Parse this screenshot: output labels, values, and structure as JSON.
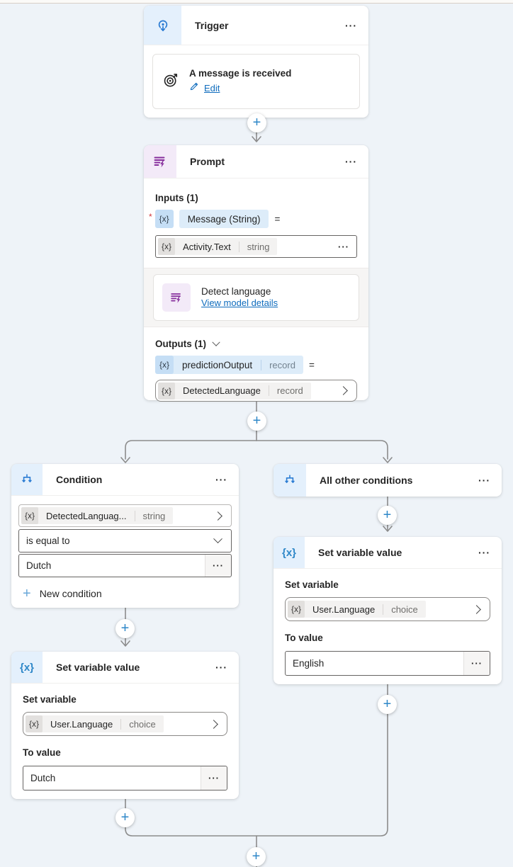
{
  "ui": {
    "ellipsis": "···",
    "plus": "+",
    "fx": "{x}",
    "equals": "=",
    "asterisk": "*"
  },
  "colors": {
    "accent_blue": "#2b7cd3",
    "prompt_purple": "#862e9c",
    "link_blue": "#0f6cbd",
    "canvas_bg": "#eef3f8",
    "connector_gray": "#8c8c8c"
  },
  "trigger": {
    "title": "Trigger",
    "action_title": "A message is received",
    "edit_label": "Edit"
  },
  "prompt": {
    "title": "Prompt",
    "inputs_label": "Inputs (1)",
    "input_name": "Message (String)",
    "input_value_ref": "Activity.Text",
    "input_value_type": "string",
    "model_title": "Detect language",
    "model_link": "View model details",
    "outputs_label": "Outputs (1)",
    "output_name": "predictionOutput",
    "output_type": "record",
    "output_value_ref": "DetectedLanguage",
    "output_value_type": "record"
  },
  "condition": {
    "title": "Condition",
    "operand": "DetectedLanguag...",
    "operand_type": "string",
    "operator": "is equal to",
    "value": "Dutch",
    "new_condition_label": "New condition"
  },
  "all_other": {
    "title": "All other conditions"
  },
  "set_variable_dutch": {
    "title": "Set variable value",
    "variable_label": "Set variable",
    "variable_ref": "User.Language",
    "variable_type": "choice",
    "to_value_label": "To value",
    "value": "Dutch"
  },
  "set_variable_english": {
    "title": "Set variable value",
    "variable_label": "Set variable",
    "variable_ref": "User.Language",
    "variable_type": "choice",
    "to_value_label": "To value",
    "value": "English"
  }
}
